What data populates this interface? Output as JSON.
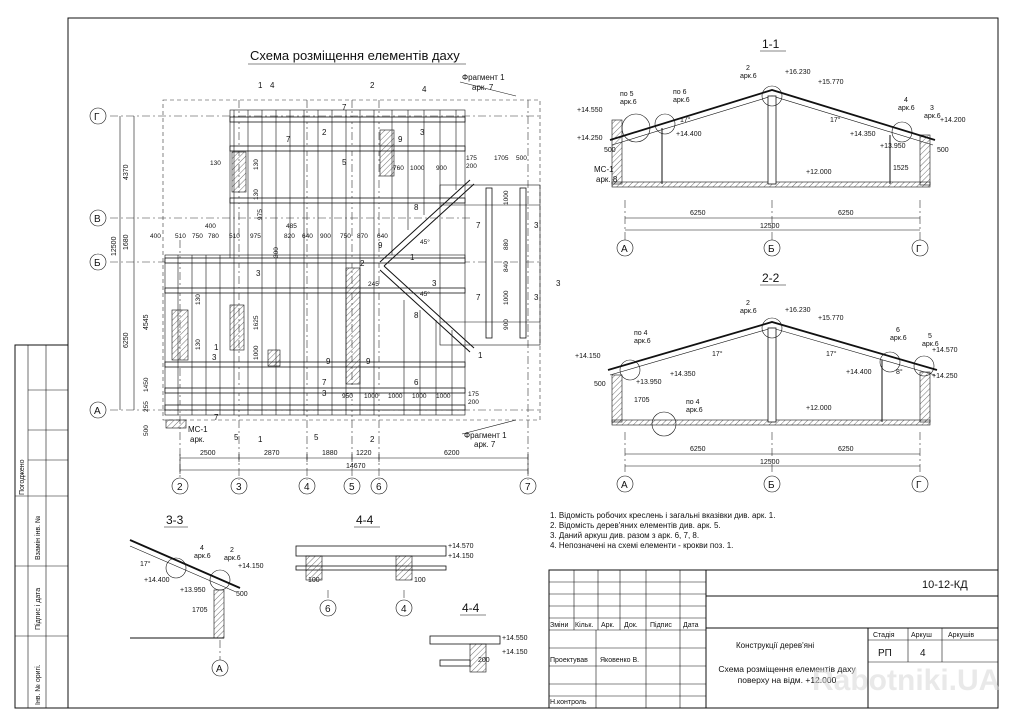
{
  "plan": {
    "title": "Схема розміщення елементів даху",
    "axis_letters": [
      "Г",
      "В",
      "Б",
      "А"
    ],
    "axis_numbers": [
      "2",
      "3",
      "4",
      "5",
      "6",
      "7"
    ],
    "bottom_dims": [
      "2500",
      "2870",
      "1880",
      "1220",
      "6200"
    ],
    "overall_width": "14670",
    "left_dims": [
      "4370",
      "12500",
      "1680",
      "6250",
      "4545"
    ],
    "fragment_top": "Фрагмент 1",
    "fragment_top_sheet": "арк. 7",
    "fragment_bottom": "Фрагмент 1",
    "fragment_bottom_sheet": "арк. 7",
    "mc_label": "МС-1",
    "mc_sheet": "арк.",
    "row_dims": [
      "400",
      "510",
      "750",
      "780",
      "510",
      "975",
      "820",
      "640",
      "900",
      "750",
      "870",
      "640"
    ],
    "inner_dims": [
      "760",
      "1000",
      "900",
      "1000",
      "880",
      "840",
      "1000",
      "900",
      "950",
      "1000",
      "1000",
      "1000",
      "1000"
    ],
    "small_dims": [
      "130",
      "130",
      "130",
      "130",
      "130",
      "1625",
      "1000",
      "245",
      "485",
      "300",
      "975",
      "400",
      "175",
      "1705",
      "500",
      "200",
      "175",
      "200",
      "255",
      "1450",
      "500"
    ],
    "angle_45": "45°",
    "positions": [
      "1",
      "2",
      "3",
      "4",
      "5",
      "6",
      "7",
      "8",
      "9"
    ],
    "cut_labels": [
      "1",
      "2",
      "3",
      "4",
      "5"
    ]
  },
  "section_1_1": {
    "title": "1-1",
    "marks": [
      "+16.230",
      "+15.770",
      "+14.550",
      "+14.400",
      "+14.250",
      "+14.350",
      "+13.950",
      "+14.200",
      "+12.000"
    ],
    "callouts": [
      "2",
      "арк.6",
      "по 5",
      "арк.6",
      "по 6",
      "арк.6",
      "4",
      "арк.6",
      "3",
      "арк.6"
    ],
    "mc": "МС-1",
    "mc_sheet": "арк. 8",
    "angles": [
      "17°",
      "17°"
    ],
    "dims": [
      "6250",
      "6250",
      "12500",
      "500",
      "500",
      "1525"
    ],
    "axes": [
      "А",
      "Б",
      "Г"
    ]
  },
  "section_2_2": {
    "title": "2-2",
    "marks": [
      "+16.230",
      "+15.770",
      "+14.150",
      "+14.570",
      "+14.350",
      "+14.400",
      "+13.950",
      "+14.250",
      "+12.000"
    ],
    "callouts": [
      "2",
      "арк.6",
      "по 4",
      "арк.6",
      "6",
      "арк.6",
      "5",
      "арк.6",
      "по 4",
      "арк.6"
    ],
    "angles": [
      "17°",
      "17°",
      "8°"
    ],
    "dims": [
      "6250",
      "6250",
      "12500",
      "500",
      "1705"
    ],
    "axes": [
      "А",
      "Б",
      "Г"
    ]
  },
  "section_3_3": {
    "title": "3-3",
    "marks": [
      "+14.150",
      "+14.400",
      "+13.950"
    ],
    "callouts": [
      "4",
      "арк.6",
      "2",
      "арк.6"
    ],
    "angle": "17°",
    "dims": [
      "1705",
      "500"
    ],
    "axis": "А"
  },
  "section_4_4a": {
    "title": "4-4",
    "marks": [
      "+14.570",
      "+14.150"
    ],
    "dims": [
      "100",
      "100"
    ],
    "axes": [
      "6",
      "4"
    ]
  },
  "section_4_4b": {
    "title": "4-4",
    "marks": [
      "+14.550",
      "+14.150"
    ],
    "dims": [
      "200"
    ]
  },
  "notes": [
    "1. Відомість робочих креслень і загальні вказівки див. арк. 1.",
    "2. Відомість дерев'яних елементів див. арк. 5.",
    "3. Даний аркуш див. разом з арк. 6, 7, 8.",
    "4. Непозначені на схемі елементи - крокви поз. 1."
  ],
  "left_strip": {
    "labels": [
      "Погоджено",
      "Взамін інв. №",
      "Підпис і дата",
      "Інв. № оригі."
    ]
  },
  "title_block": {
    "code": "10-12-КД",
    "header_cols": [
      "Зміни",
      "Кільк.",
      "Арк.",
      "Док.",
      "Підпис",
      "Дата"
    ],
    "designed_by_label": "Проектував",
    "designed_by": "Яковенко В.",
    "control_label": "Н.контроль",
    "project": "Конструкції дерев'яні",
    "sheet_title": "Схема розміщення елементів даху поверху на відм. +12.000",
    "stage_label": "Стадія",
    "sheet_label": "Аркуш",
    "sheets_label": "Аркушів",
    "stage": "РП",
    "sheet": "4",
    "sheets": ""
  },
  "watermark": "Rabotniki.UA"
}
